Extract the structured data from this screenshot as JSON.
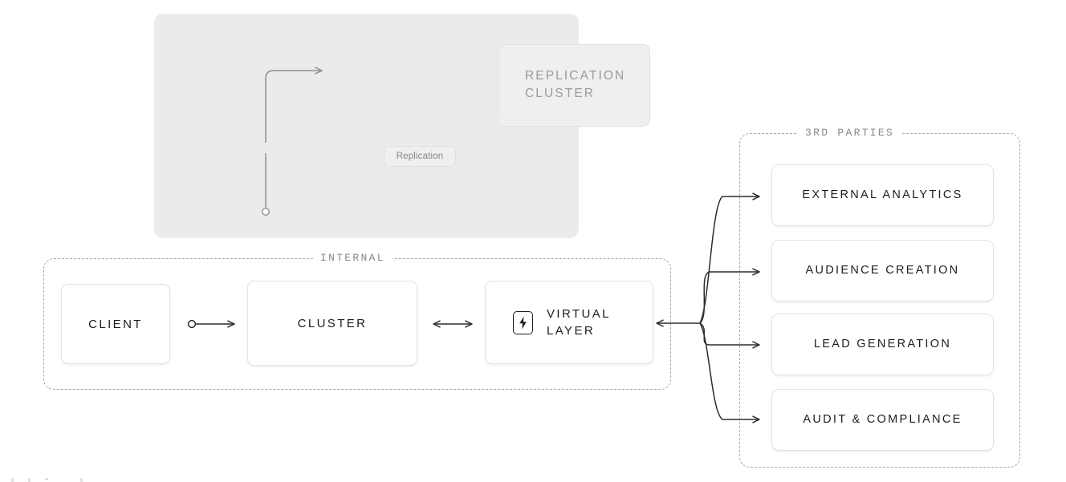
{
  "diagram": {
    "replication_panel": {
      "cluster_box_label": "REPLICATION\nCLUSTER",
      "badge_label": "Replication"
    },
    "groups": [
      {
        "id": "internal",
        "title": "INTERNAL"
      },
      {
        "id": "third-parties",
        "title": "3RD PARTIES"
      }
    ],
    "internal_nodes": [
      {
        "id": "client",
        "label": "CLIENT"
      },
      {
        "id": "cluster",
        "label": "CLUSTER"
      },
      {
        "id": "virtual-layer",
        "label": "VIRTUAL\nLAYER",
        "icon": "lightning-bolt-icon"
      }
    ],
    "third_party_nodes": [
      {
        "id": "external-analytics",
        "label": "EXTERNAL ANALYTICS"
      },
      {
        "id": "audience-creation",
        "label": "AUDIENCE CREATION"
      },
      {
        "id": "lead-generation",
        "label": "LEAD GENERATION"
      },
      {
        "id": "audit-compliance",
        "label": "AUDIT & COMPLIANCE"
      }
    ],
    "connectors": [
      {
        "id": "client-to-cluster",
        "style": "circle-tail-arrow",
        "direction": "forward"
      },
      {
        "id": "cluster-to-virtual-layer",
        "style": "plain",
        "direction": "bidirectional"
      },
      {
        "id": "replication-branch",
        "style": "elbow-arrow",
        "direction": "forward"
      },
      {
        "id": "replication-tail",
        "style": "circle-endpoint",
        "direction": "none"
      },
      {
        "id": "virtual-layer-to-external-analytics",
        "style": "curved-arrow",
        "direction": "forward"
      },
      {
        "id": "virtual-layer-to-audience-creation",
        "style": "curved-arrow",
        "direction": "forward"
      },
      {
        "id": "virtual-layer-to-lead-generation",
        "style": "curved-arrow",
        "direction": "forward"
      },
      {
        "id": "virtual-layer-to-audit-compliance",
        "style": "curved-arrow",
        "direction": "forward"
      },
      {
        "id": "third-parties-to-virtual-layer",
        "style": "arrowhead",
        "direction": "backward"
      }
    ],
    "colors": {
      "panel_bg": "#ebebeb",
      "node_border": "#e3e3e5",
      "text_dark": "#1d1d20",
      "text_muted": "#87878b",
      "wire": "#2b2b31",
      "wire_muted": "#8e8e93",
      "dashed_border": "#a9a9ad"
    }
  }
}
